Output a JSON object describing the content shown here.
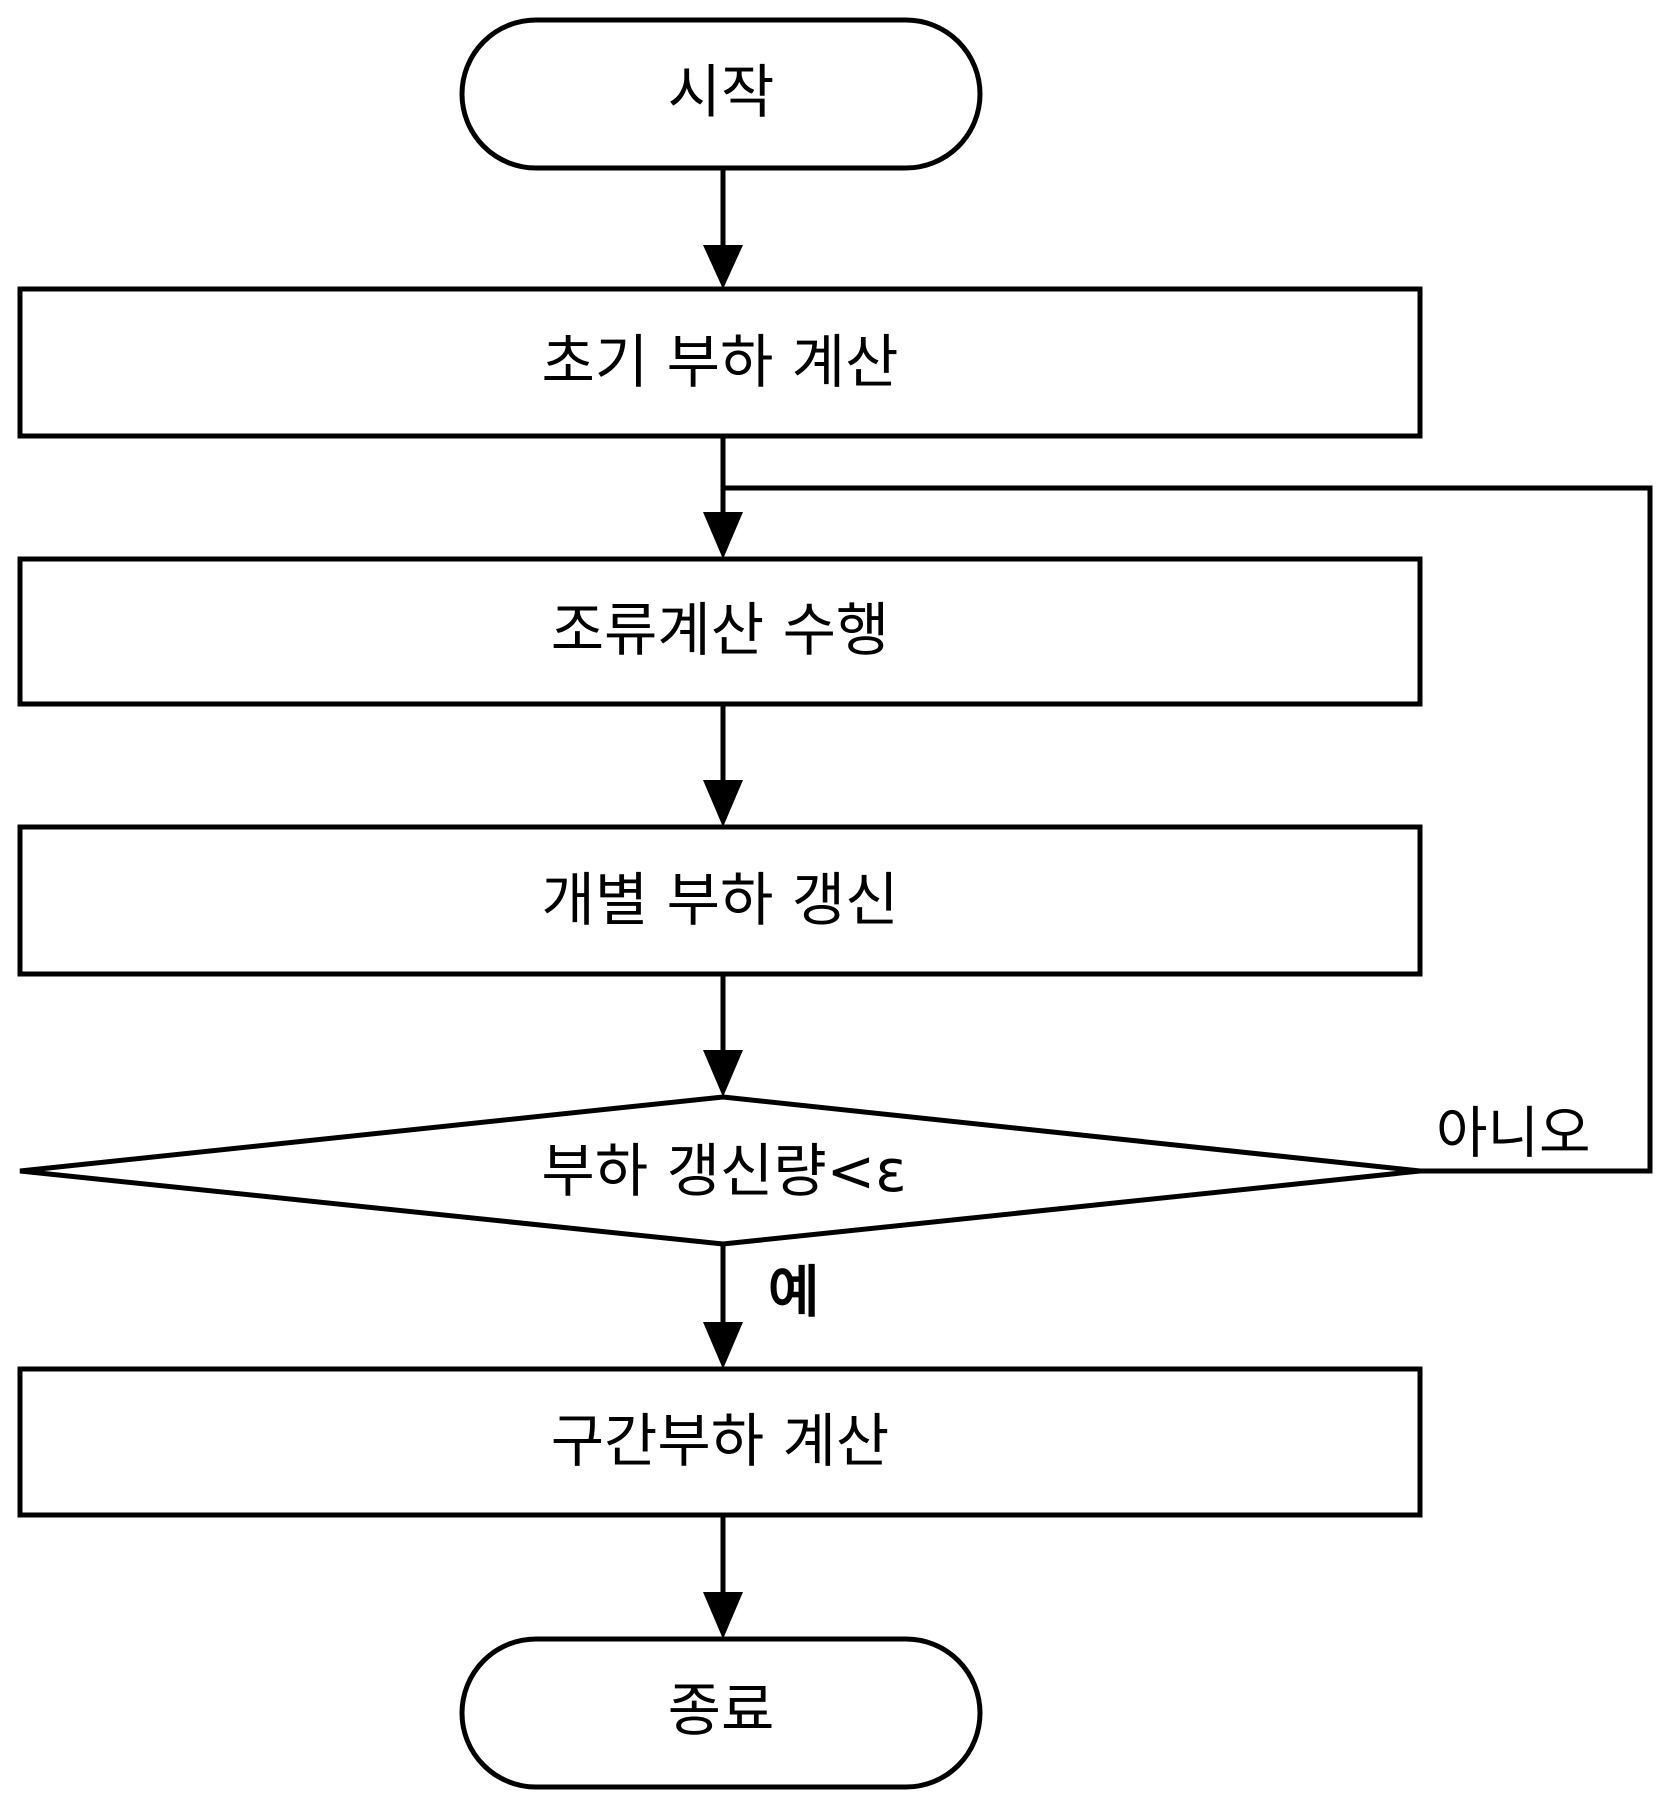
{
  "nodes": {
    "start": "시작",
    "initial_load_calc": "초기 부하 계산",
    "power_flow_calc": "조류계산 수행",
    "individual_load_update": "개별 부하 갱신",
    "decision": "부하 갱신량<ε",
    "section_load_calc": "구간부하 계산",
    "end": "종료"
  },
  "branches": {
    "yes": "예",
    "no": "아니오"
  },
  "colors": {
    "stroke": "#000000",
    "fill": "#ffffff"
  }
}
